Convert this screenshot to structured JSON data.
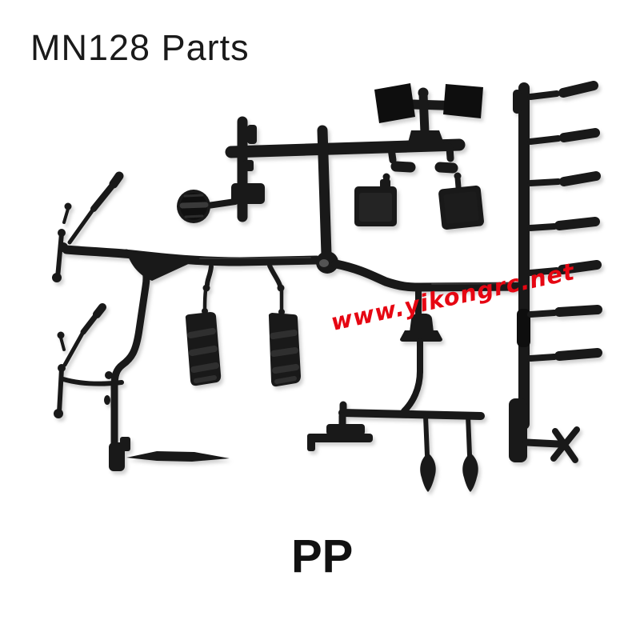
{
  "page": {
    "background_color": "#ffffff"
  },
  "header": {
    "title": "MN128 Parts",
    "title_color": "#1a1a1a"
  },
  "watermark": {
    "text": "www.yikongrc.net",
    "color": "#e60612"
  },
  "footer": {
    "material_label": "PP",
    "label_color": "#111111"
  },
  "photo": {
    "subject": "plastic parts sprue",
    "plastic_color": "#191919"
  }
}
